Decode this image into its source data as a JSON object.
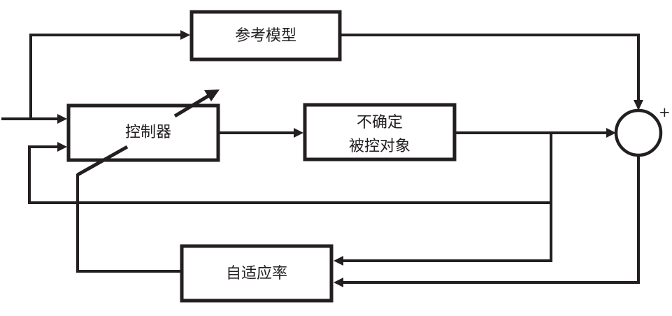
{
  "diagram": {
    "type": "block-diagram",
    "title": "",
    "blocks": {
      "reference_model": {
        "label": "参考模型"
      },
      "controller": {
        "label": "控制器"
      },
      "plant": {
        "line1": "不确定",
        "line2": "被控对象"
      },
      "adaptive_law": {
        "label": "自适应率"
      }
    },
    "summing_junction": {
      "sign": "+"
    },
    "colors": {
      "line": "#231f20",
      "background": "#ffffff"
    },
    "connections": [
      {
        "from": "input",
        "to": "controller"
      },
      {
        "from": "input",
        "to": "reference_model"
      },
      {
        "from": "controller",
        "to": "plant"
      },
      {
        "from": "plant",
        "to": "summing_junction"
      },
      {
        "from": "reference_model",
        "to": "summing_junction"
      },
      {
        "from": "plant",
        "to": "controller",
        "type": "feedback"
      },
      {
        "from": "plant",
        "to": "adaptive_law"
      },
      {
        "from": "summing_junction",
        "to": "adaptive_law"
      },
      {
        "from": "adaptive_law",
        "to": "controller",
        "type": "parameter-adjust"
      }
    ]
  }
}
